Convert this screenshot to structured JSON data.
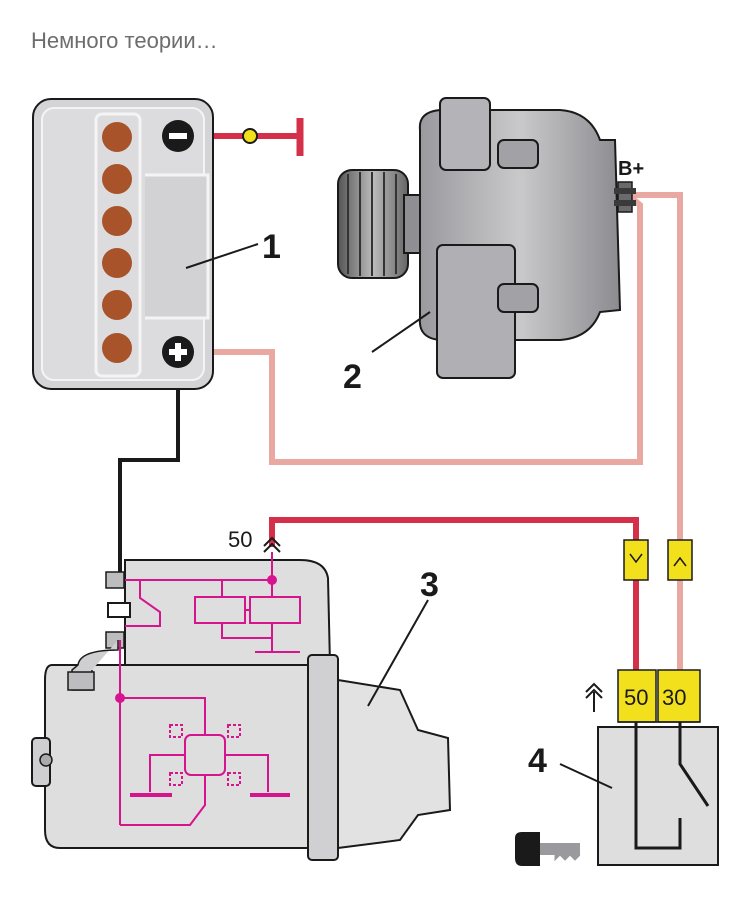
{
  "title": "Немного теории…",
  "labels": {
    "battery": "1",
    "alternator": "2",
    "starter": "3",
    "ignition_switch": "4"
  },
  "terminals": {
    "alternator_output": "B+",
    "starter_solenoid": "50",
    "switch_left": "50",
    "switch_right": "30"
  },
  "colors": {
    "wire_main": "#d4304a",
    "wire_light": "#e9a9a2",
    "wire_ground": "#1a1a1a",
    "solenoid_circuit": "#d6148e",
    "connector": "#f3e01c",
    "battery_cell": "#a8532a",
    "body_gray": "#d4d4d6"
  }
}
